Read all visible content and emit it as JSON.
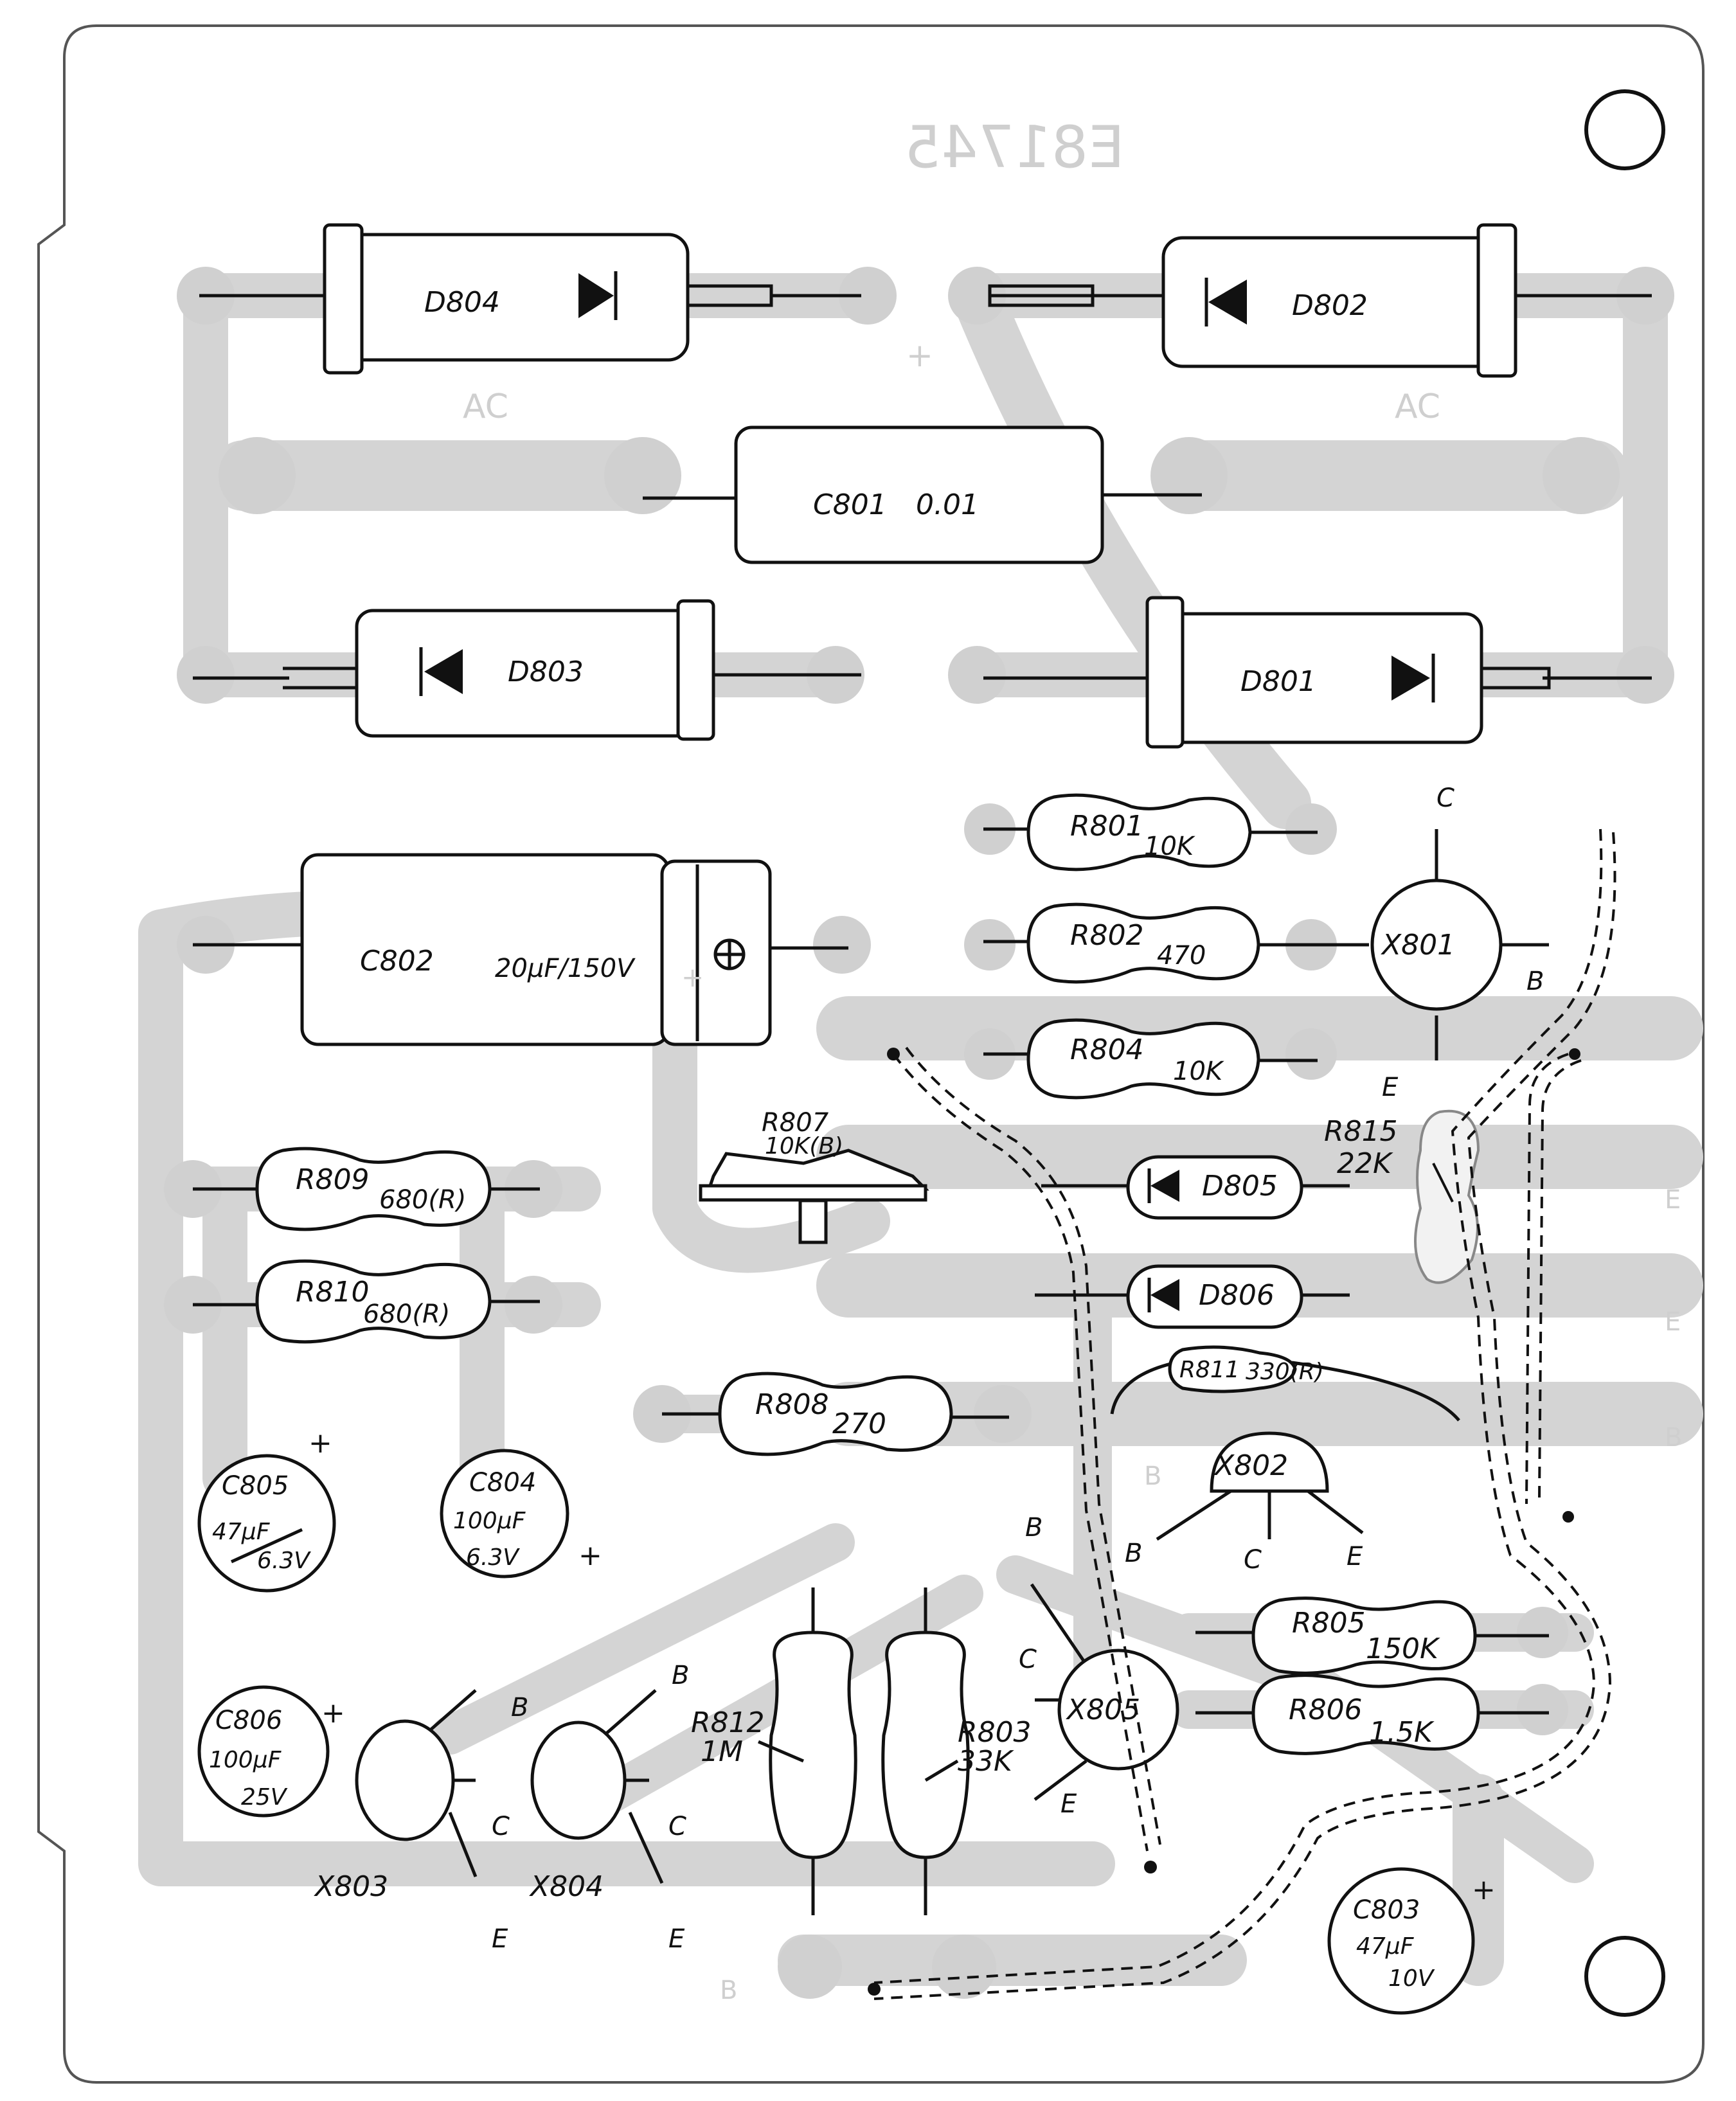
{
  "board": {
    "part_number_mirrored": "E81745",
    "outline_color": "#111111",
    "copper_color": "#d0d0d0"
  },
  "diodes": [
    {
      "id": "D804",
      "label": "D804"
    },
    {
      "id": "D802",
      "label": "D802"
    },
    {
      "id": "D803",
      "label": "D803"
    },
    {
      "id": "D801",
      "label": "D801"
    },
    {
      "id": "D805",
      "label": "D805"
    },
    {
      "id": "D806",
      "label": "D806"
    }
  ],
  "capacitors": {
    "c801": {
      "ref": "C801",
      "value": "0.01"
    },
    "c802": {
      "ref": "C802",
      "value": "20μF/150V"
    },
    "c803": {
      "ref": "C803",
      "value1": "47μF",
      "value2": "10V"
    },
    "c804": {
      "ref": "C804",
      "value1": "100μF",
      "value2": "6.3V"
    },
    "c805": {
      "ref": "C805",
      "value1": "47μF",
      "value2": "6.3V"
    },
    "c806": {
      "ref": "C806",
      "value1": "100μF",
      "value2": "25V"
    }
  },
  "resistors": {
    "r801": {
      "ref": "R801",
      "value": "10K"
    },
    "r802": {
      "ref": "R802",
      "value": "470"
    },
    "r804": {
      "ref": "R804",
      "value": "10K"
    },
    "r805": {
      "ref": "R805",
      "value": "150K"
    },
    "r806": {
      "ref": "R806",
      "value": "1.5K"
    },
    "r807": {
      "ref": "R807",
      "value": "10K(B)"
    },
    "r808": {
      "ref": "R808",
      "value": "270"
    },
    "r809": {
      "ref": "R809",
      "value": "680(R)"
    },
    "r810": {
      "ref": "R810",
      "value": "680(R)"
    },
    "r811": {
      "ref": "R811",
      "value": "330(R)"
    },
    "r812": {
      "ref": "R812",
      "value": "1M"
    },
    "r803": {
      "ref": "R803",
      "value": "33K"
    },
    "r815": {
      "ref": "R815",
      "value": "22K"
    }
  },
  "transistors": [
    {
      "id": "X801",
      "label": "X801"
    },
    {
      "id": "X802",
      "label": "X802"
    },
    {
      "id": "X803",
      "label": "X803"
    },
    {
      "id": "X804",
      "label": "X804"
    },
    {
      "id": "X805",
      "label": "X805"
    }
  ],
  "pins": {
    "b": "B",
    "c": "C",
    "e": "E"
  },
  "marks": {
    "plus": "+",
    "ac": "AC"
  }
}
